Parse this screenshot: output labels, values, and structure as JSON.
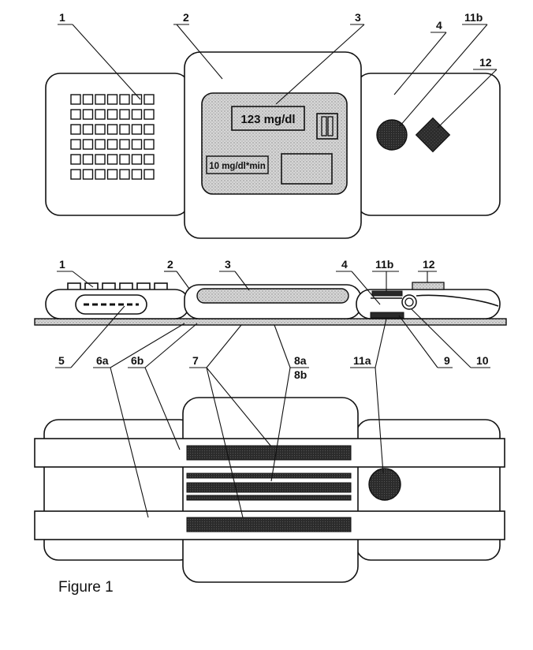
{
  "figure": {
    "caption": "Figure 1",
    "top_view": {
      "display_reading": "123 mg/dl",
      "rate_reading": "10 mg/dl*min",
      "labels": [
        "1",
        "2",
        "3",
        "4",
        "11b",
        "12"
      ]
    },
    "side_view": {
      "labels_top": [
        "1",
        "2",
        "3",
        "4",
        "11b",
        "12"
      ],
      "labels_bottom": [
        "5",
        "6a",
        "6b",
        "7",
        "8a",
        "8b",
        "11a",
        "9",
        "10"
      ]
    }
  }
}
